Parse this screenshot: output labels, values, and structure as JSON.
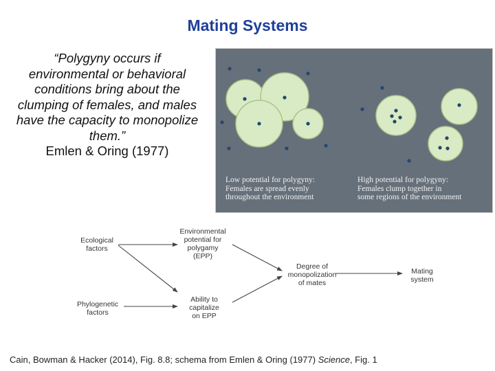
{
  "title": "Mating Systems",
  "quote": {
    "text": "“Polygyny occurs if environmental or behavioral conditions bring about the clumping of females, and males have the capacity to monopolize them.”",
    "attribution": "Emlen & Oring (1977)"
  },
  "figure": {
    "left_caption": {
      "line1": "Low potential for polygyny:",
      "line2": "Females are spread evenly",
      "line3": "throughout the environment"
    },
    "right_caption": {
      "line1": "High potential for polygyny:",
      "line2": "Females clump together in",
      "line3": "some regions of the environment"
    },
    "colors": {
      "panel": "#66707a",
      "circle_fill": "#d9ebc4",
      "circle_stroke": "#a9c48c",
      "dot": "#24476e"
    }
  },
  "schema": {
    "ecological": {
      "line1": "Ecological",
      "line2": "factors"
    },
    "phylogenetic": {
      "line1": "Phylogenetic",
      "line2": "factors"
    },
    "epp": {
      "line1": "Environmental",
      "line2": "potential for",
      "line3": "polygamy",
      "line4": "(EPP)"
    },
    "ability": {
      "line1": "Ability to",
      "line2": "capitalize",
      "line3": "on EPP"
    },
    "degree": {
      "line1": "Degree of",
      "line2": "monopolization",
      "line3": "of mates"
    },
    "mating": {
      "line1": "Mating",
      "line2": "system"
    }
  },
  "footer": {
    "prefix": "Cain, Bowman & Hacker (2014), Fig. 8.8; schema from Emlen & Oring (1977) ",
    "journal": "Science",
    "suffix": ", Fig. 1"
  }
}
